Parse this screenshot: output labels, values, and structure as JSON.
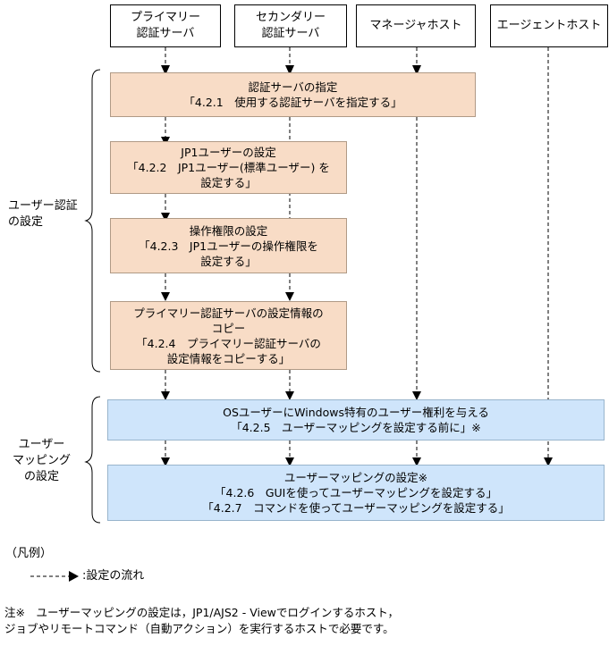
{
  "hosts": [
    {
      "label": "プライマリー\n認証サーバ"
    },
    {
      "label": "セカンダリー\n認証サーバ"
    },
    {
      "label": "マネージャホスト"
    },
    {
      "label": "エージェントホスト"
    }
  ],
  "groups": {
    "auth": "ユーザー認証\nの設定",
    "mapping": "ユーザー\nマッピング\nの設定"
  },
  "steps": [
    {
      "text": "認証サーバの指定\n「4.2.1　使用する認証サーバを指定する」"
    },
    {
      "text": "JP1ユーザーの設定\n「4.2.2　JP1ユーザー(標準ユーザー) を\n設定する」"
    },
    {
      "text": "操作権限の設定\n「4.2.3　JP1ユーザーの操作権限を\n設定する」"
    },
    {
      "text": "プライマリー認証サーバの設定情報の\nコピー\n「4.2.4　プライマリー認証サーバの\n設定情報をコピーする」"
    },
    {
      "text": "OSユーザーにWindows特有のユーザー権利を与える\n「4.2.5　ユーザーマッピングを設定する前に」※"
    },
    {
      "text": "ユーザーマッピングの設定※\n「4.2.6　GUIを使ってユーザーマッピングを設定する」\n「4.2.7　コマンドを使ってユーザーマッピングを設定する」"
    }
  ],
  "legend": {
    "title": "（凡例）",
    "flow_label": ":設定の流れ"
  },
  "note": "注※　ユーザーマッピングの設定は，JP1/AJS2 - Viewでログインするホスト，\nジョブやリモートコマンド（自動アクション）を実行するホストで必要です。",
  "colors": {
    "auth_fill": "#f8dcc6",
    "mapping_fill": "#cfe5fb",
    "line": "#000000"
  }
}
